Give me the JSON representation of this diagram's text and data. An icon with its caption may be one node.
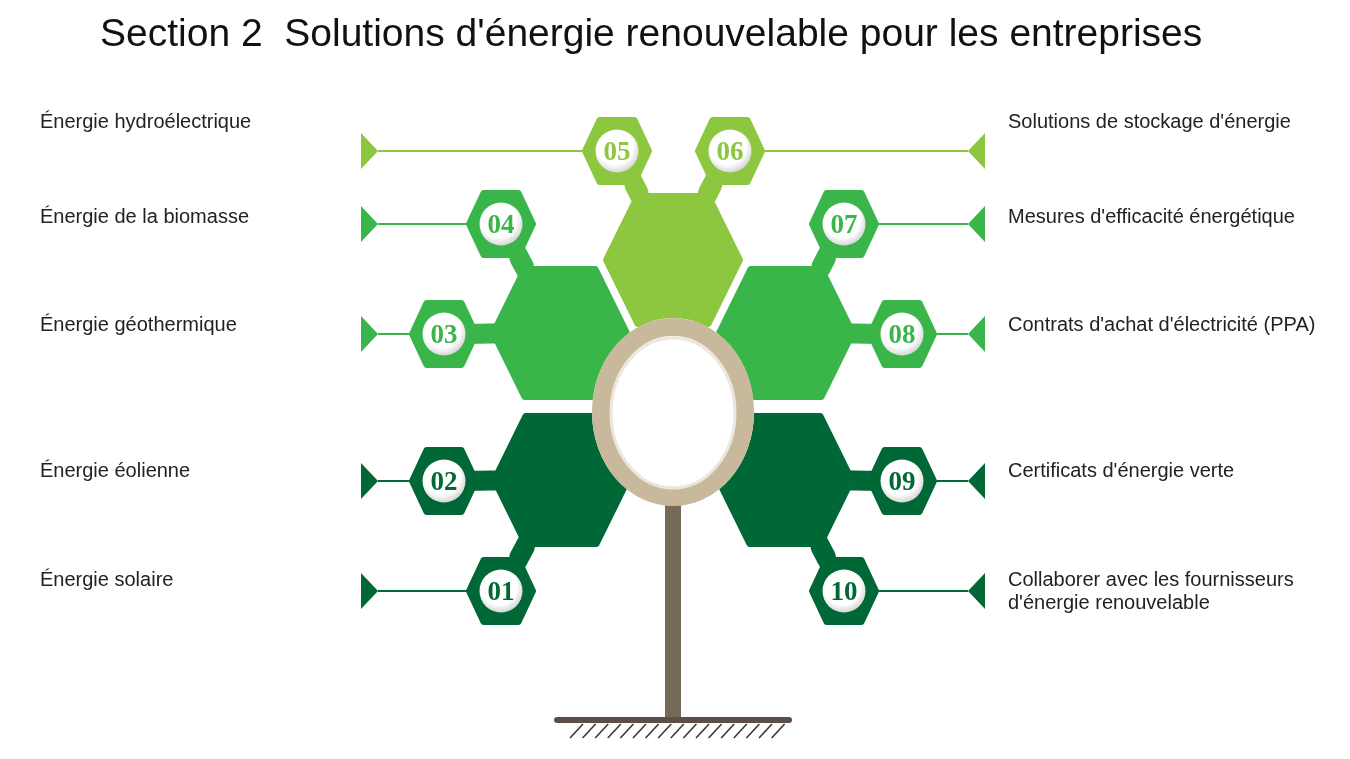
{
  "diagram": {
    "title": "Section 2  Solutions d'énergie renouvelable pour les entreprises",
    "nodes": [
      {
        "text": [
          "01"
        ]
      },
      {
        "text": [
          "02"
        ]
      },
      {
        "text": [
          "03"
        ]
      },
      {
        "text": [
          "04"
        ]
      },
      {
        "text": [
          "05"
        ]
      },
      {
        "text": [
          "06"
        ]
      },
      {
        "text": [
          "07"
        ]
      },
      {
        "text": [
          "08"
        ]
      },
      {
        "text": [
          "09"
        ]
      },
      {
        "text": [
          "10"
        ]
      },
      {
        "text": [],
        "shape": "hexagon"
      },
      {
        "text": [],
        "shape": "hexagon"
      },
      {
        "text": [],
        "shape": "hexagon"
      },
      {
        "text": [],
        "shape": "hexagon"
      },
      {
        "text": [],
        "shape": "hexagon"
      }
    ],
    "edges": [
      {
        "from": 0,
        "to": null,
        "arrow": "other",
        "color": "#006837"
      },
      {
        "from": 1,
        "to": null,
        "arrow": "other",
        "color": "#006837"
      },
      {
        "from": 2,
        "to": null,
        "arrow": "other"
      },
      {
        "from": 3,
        "to": null,
        "arrow": "other"
      },
      {
        "from": 4,
        "to": null,
        "arrow": "other",
        "color": "#8dc63f"
      },
      {
        "from": 5,
        "to": null,
        "arrow": "other",
        "color": "#8dc63f"
      },
      {
        "from": 6,
        "to": null,
        "arrow": "other"
      },
      {
        "from": 7,
        "to": null,
        "arrow": "other"
      },
      {
        "from": 8,
        "to": null,
        "arrow": "other",
        "color": "#006837"
      },
      {
        "from": 9,
        "to": null,
        "arrow": "other",
        "color": "#006837"
      },
      {
        "from": 13,
        "to": 0,
        "arrow": "none",
        "style": "thick",
        "color": "#006837"
      },
      {
        "from": 13,
        "to": 1,
        "arrow": "none",
        "style": "thick",
        "color": "#006837"
      },
      {
        "from": 11,
        "to": 2,
        "arrow": "none",
        "style": "thick"
      },
      {
        "from": 11,
        "to": 3,
        "arrow": "none",
        "style": "thick"
      },
      {
        "from": 10,
        "to": 4,
        "arrow": "none",
        "style": "thick",
        "color": "#8dc63f"
      },
      {
        "from": 10,
        "to": 5,
        "arrow": "none",
        "style": "thick",
        "color": "#8dc63f"
      },
      {
        "from": 12,
        "to": 6,
        "arrow": "none",
        "style": "thick"
      },
      {
        "from": 12,
        "to": 7,
        "arrow": "none",
        "style": "thick"
      },
      {
        "from": 14,
        "to": 8,
        "arrow": "none",
        "style": "thick",
        "color": "#006837"
      },
      {
        "from": 14,
        "to": 9,
        "arrow": "none",
        "style": "thick",
        "color": "#006837"
      }
    ],
    "labels": [
      "Énergie hydroélectrique",
      "Solutions de stockage d'énergie",
      "Énergie de la biomasse",
      "Mesures d'efficacité énergétique",
      "Énergie géothermique",
      "Contrats d'achat d'électricité (PPA)",
      "Énergie éolienne",
      "Certificats d'énergie verte",
      "Énergie solaire",
      "Collaborer avec les fournisseurs d'énergie renouvelable"
    ]
  }
}
